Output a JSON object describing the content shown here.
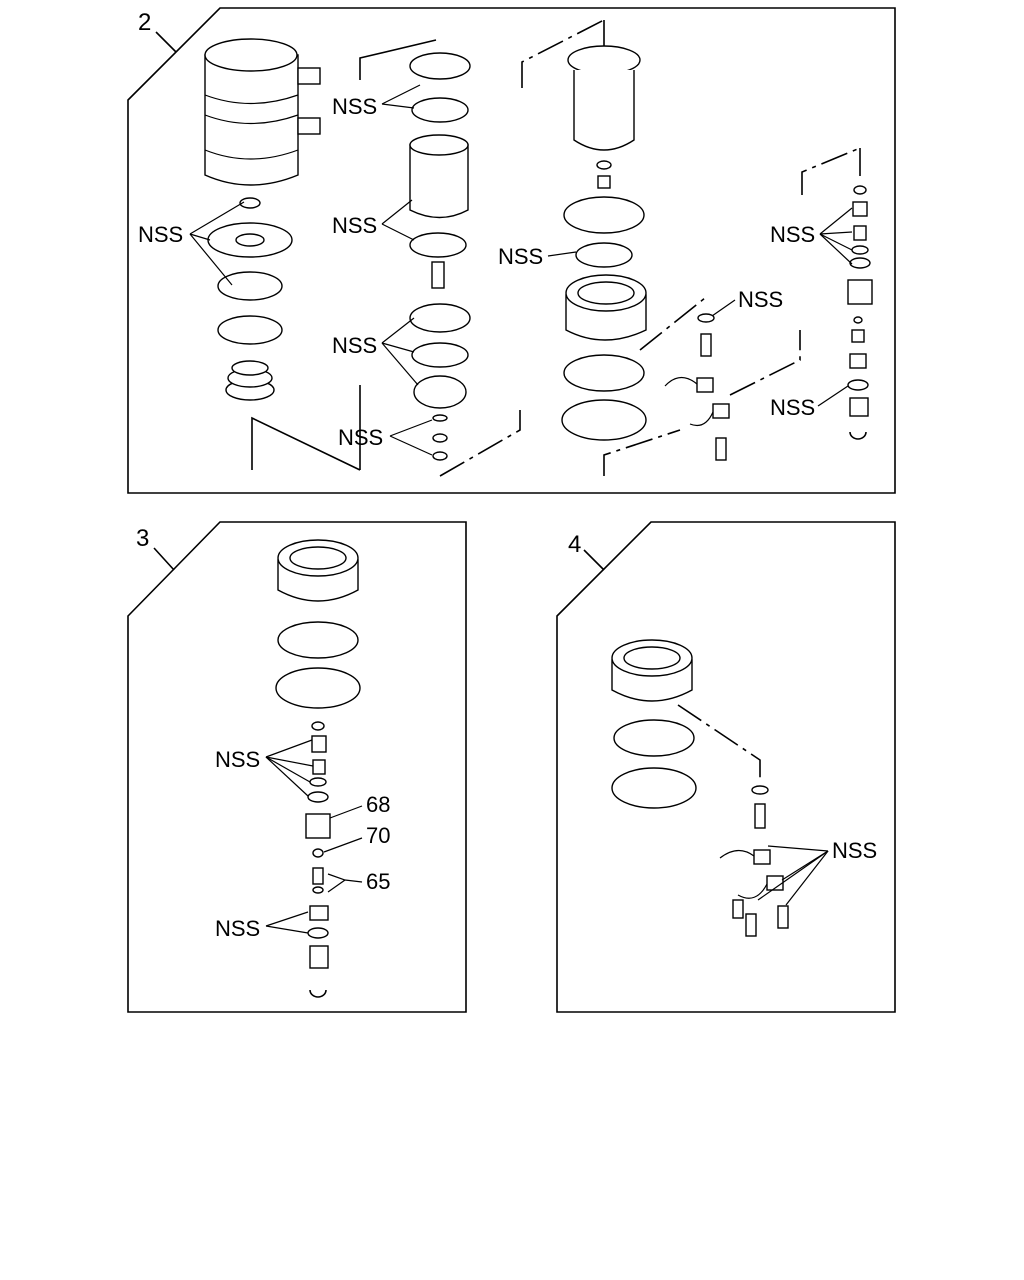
{
  "panels": [
    {
      "id": "2",
      "label": "2"
    },
    {
      "id": "3",
      "label": "3"
    },
    {
      "id": "4",
      "label": "4"
    }
  ],
  "callouts": {
    "nss": "NSS",
    "p68": "68",
    "p70": "70",
    "p65": "65"
  }
}
